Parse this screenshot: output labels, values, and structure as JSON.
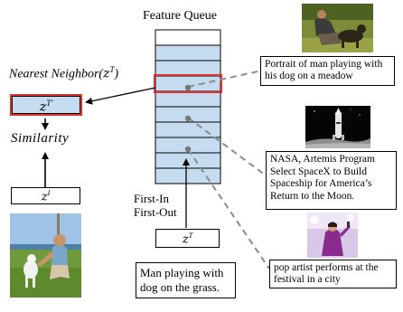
{
  "queue": {
    "title": "Feature Queue",
    "slot_count": 10,
    "highlighted_slot": 3,
    "fill_color": "#c5dbef",
    "highlight_color": "#e0312f"
  },
  "labels": {
    "nearest_neighbor": "Nearest Neighbor(",
    "nearest_neighbor_close": ")",
    "similarity": "Similarity",
    "fifo_line1": "First-In",
    "fifo_line2": "First-Out"
  },
  "math": {
    "z": "z",
    "sup_T": "T",
    "sup_T_prime": "T′",
    "sup_I": "I"
  },
  "captions": {
    "query": "Man playing with dog on the grass.",
    "c1": "Portrait of man playing with his dog on a meadow",
    "c2": "NASA, Artemis Program Select SpaceX to Build Spaceship for America’s Return to the Moon.",
    "c3": "pop artist performs at the festival in a city"
  },
  "colors": {
    "dashed_line": "#8c8c8c",
    "nn_box_fill": "#c5dbef",
    "nn_box_border": "#e0312f"
  }
}
